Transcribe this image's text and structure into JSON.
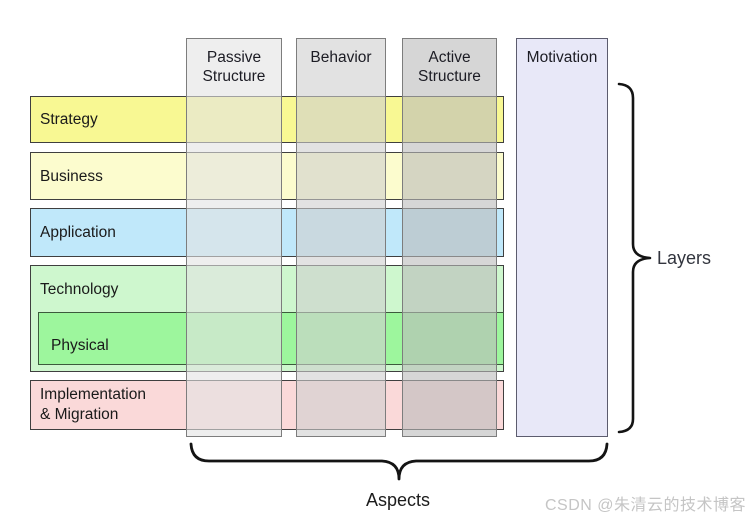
{
  "diagram": {
    "type": "archimate-framework-matrix",
    "rows": [
      {
        "label": "Strategy",
        "fill": "#F8F893"
      },
      {
        "label": "Business",
        "fill": "#FCFCCE"
      },
      {
        "label": "Application",
        "fill": "#C0E8FA"
      },
      {
        "label": "Technology",
        "fill": "#CEF7CE",
        "nested": {
          "label": "Physical",
          "fill": "#9DF69D"
        }
      },
      {
        "label_line1": "Implementation",
        "label_line2": "& Migration",
        "fill": "#FAD9D9"
      }
    ],
    "columns": [
      {
        "label_line1": "Passive",
        "label_line2": "Structure",
        "fill": "rgba(226,226,226,0.6)"
      },
      {
        "label_line1": "Behavior",
        "fill": "rgba(206,206,206,0.6)"
      },
      {
        "label_line1": "Active",
        "label_line2": "Structure",
        "fill": "rgba(186,186,186,0.6)"
      },
      {
        "label_line1": "Motivation",
        "fill": "#E8E8F8"
      }
    ],
    "annotations": {
      "right_brace_label": "Layers",
      "bottom_brace_label": "Aspects"
    },
    "colors": {
      "row_border": "#3f3f3f",
      "physical_border": "#3c5a3c",
      "column_border": "#7d7d7d",
      "motivation_border": "#5c5c6e",
      "brace": "#141414",
      "watermark_text": "#c5c5c5"
    },
    "watermark": "CSDN @朱清云的技术博客"
  }
}
